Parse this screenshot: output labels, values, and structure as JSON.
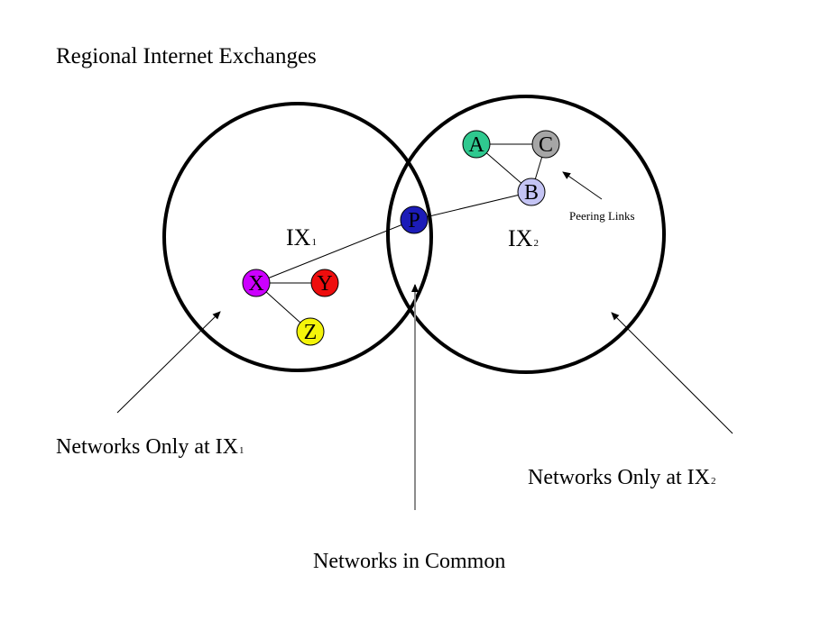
{
  "title": "Regional Internet Exchanges",
  "exchanges": [
    {
      "id": "ix1",
      "label_main": "IX",
      "label_sub": "1"
    },
    {
      "id": "ix2",
      "label_main": "IX",
      "label_sub": "2"
    }
  ],
  "nodes": [
    {
      "id": "A",
      "label": "A",
      "color": "#2fc98f",
      "exchange": "ix2"
    },
    {
      "id": "C",
      "label": "C",
      "color": "#a6a6a6",
      "exchange": "ix2"
    },
    {
      "id": "B",
      "label": "B",
      "color": "#c4c4f4",
      "exchange": "ix2"
    },
    {
      "id": "P",
      "label": "P",
      "color": "#1c1cb8",
      "exchange": "both"
    },
    {
      "id": "X",
      "label": "X",
      "color": "#cc00ff",
      "exchange": "ix1"
    },
    {
      "id": "Y",
      "label": "Y",
      "color": "#ee0d0d",
      "exchange": "ix1"
    },
    {
      "id": "Z",
      "label": "Z",
      "color": "#f4f40a",
      "exchange": "ix1"
    }
  ],
  "links": [
    [
      "A",
      "C"
    ],
    [
      "A",
      "B"
    ],
    [
      "C",
      "B"
    ],
    [
      "B",
      "P"
    ],
    [
      "P",
      "X"
    ],
    [
      "X",
      "Y"
    ],
    [
      "X",
      "Z"
    ]
  ],
  "annotations": {
    "peering_links": "Peering Links",
    "only_ix1_main": "Networks Only at IX",
    "only_ix1_sub": "1",
    "only_ix2_main": "Networks Only at IX",
    "only_ix2_sub": "2",
    "in_common": "Networks in Common"
  },
  "colors": {
    "circle_stroke": "#000000",
    "link_stroke": "#000000",
    "common_arrow": "#8c8c8c"
  }
}
